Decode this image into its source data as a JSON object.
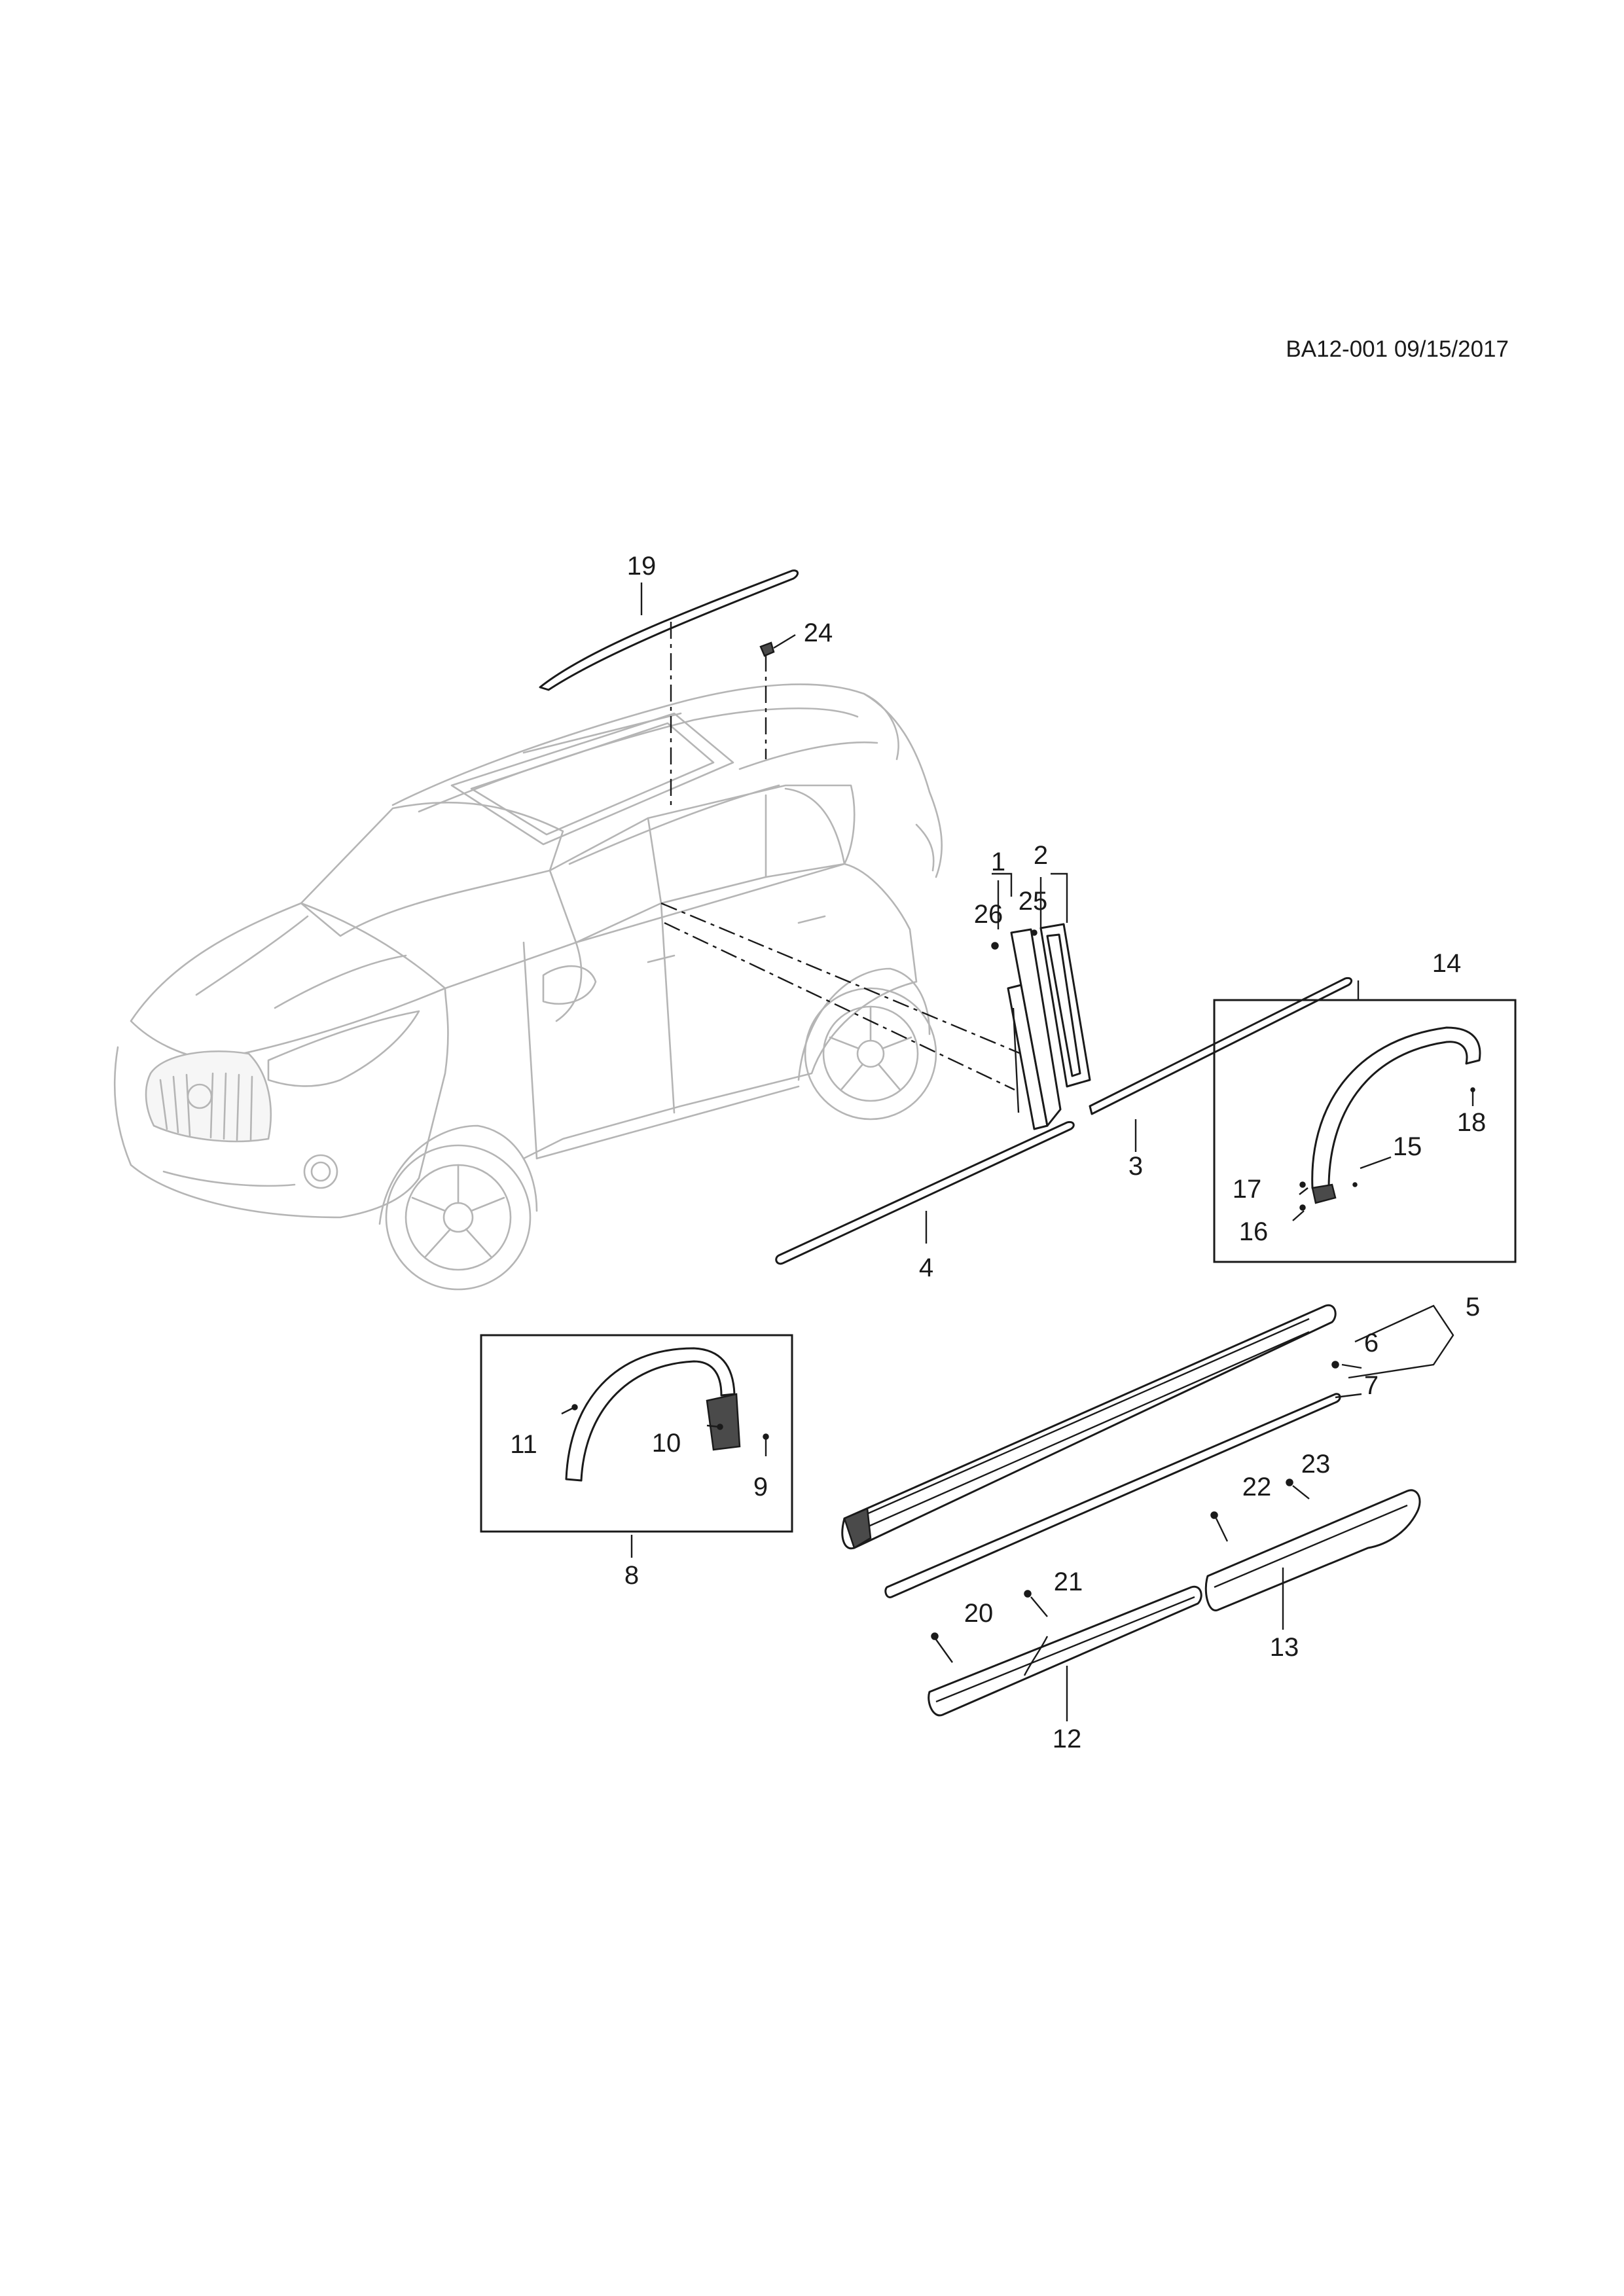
{
  "header": {
    "reference": "BA12-001 09/15/2017"
  },
  "callouts": {
    "c1": "1",
    "c2": "2",
    "c3": "3",
    "c4": "4",
    "c5": "5",
    "c6": "6",
    "c7": "7",
    "c8": "8",
    "c9": "9",
    "c10": "10",
    "c11": "11",
    "c12": "12",
    "c13": "13",
    "c14": "14",
    "c15": "15",
    "c16": "16",
    "c17": "17",
    "c18": "18",
    "c19": "19",
    "c20": "20",
    "c21": "21",
    "c22": "22",
    "c23": "23",
    "c24": "24",
    "c25": "25",
    "c26": "26"
  }
}
